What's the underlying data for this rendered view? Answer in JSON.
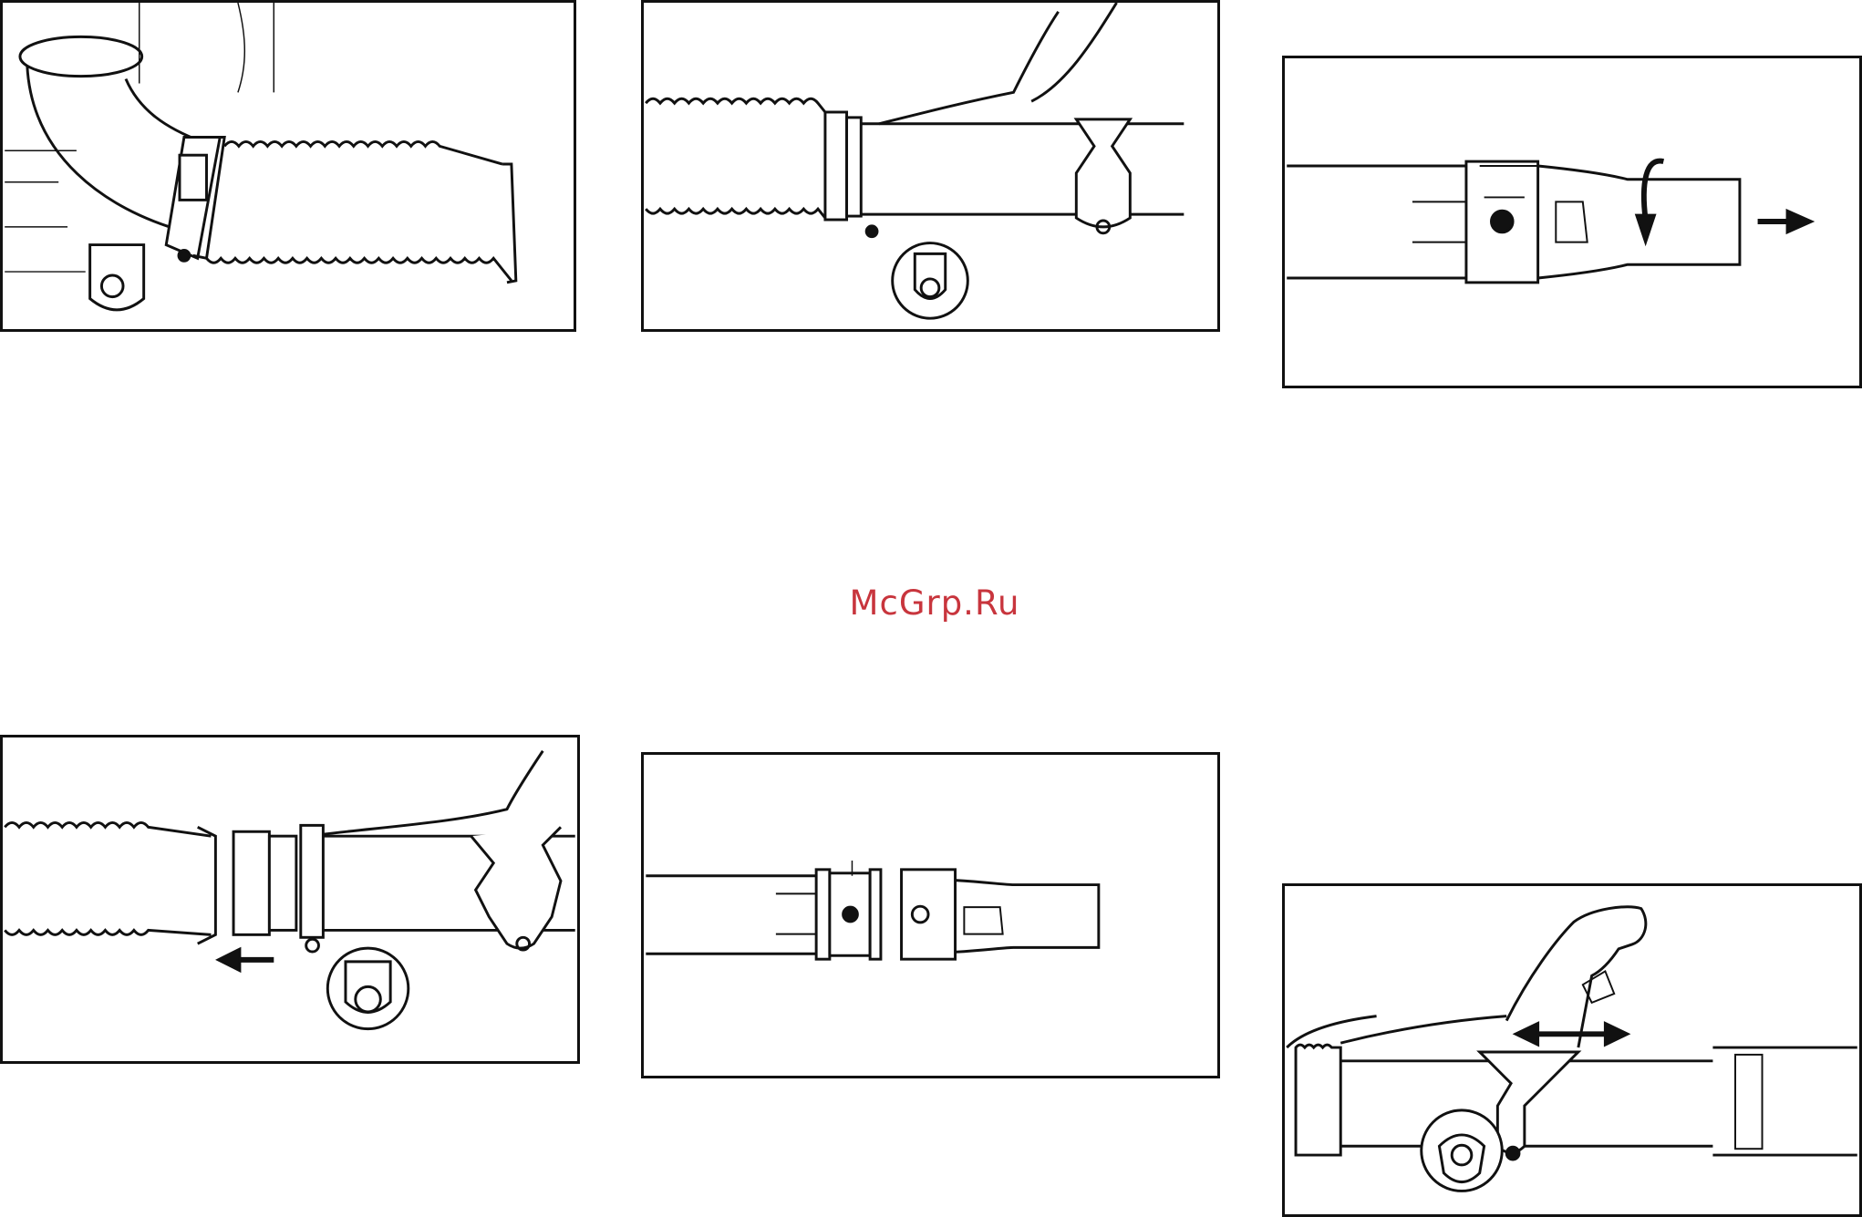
{
  "page": {
    "watermark": "McGrp.Ru"
  },
  "colors": {
    "line": "#111111",
    "watermark": "#c8353d",
    "background": "#ffffff"
  },
  "figures": [
    {
      "id": "fig-hose-elbow-clamp",
      "icons": [
        "corrugated-hose",
        "elbow-pipe",
        "hose-clamp",
        "torx-screw-detail"
      ]
    },
    {
      "id": "fig-hose-on-tube",
      "icons": [
        "corrugated-hose",
        "hose-clamp",
        "handle",
        "torx-screw-detail"
      ]
    },
    {
      "id": "fig-tube-twist-release",
      "icons": [
        "blower-tube",
        "locking-dot",
        "rotate-arrow",
        "pull-arrow"
      ]
    },
    {
      "id": "fig-hose-detach",
      "icons": [
        "corrugated-hose",
        "hose-clamp",
        "pull-left-arrow",
        "screw-detail"
      ]
    },
    {
      "id": "fig-tube-alignment",
      "icons": [
        "blower-tube",
        "alignment-dot",
        "alignment-circle"
      ]
    },
    {
      "id": "fig-handle-adjust",
      "icons": [
        "handle-grip",
        "slide-arrows",
        "torx-screw-detail"
      ]
    }
  ]
}
